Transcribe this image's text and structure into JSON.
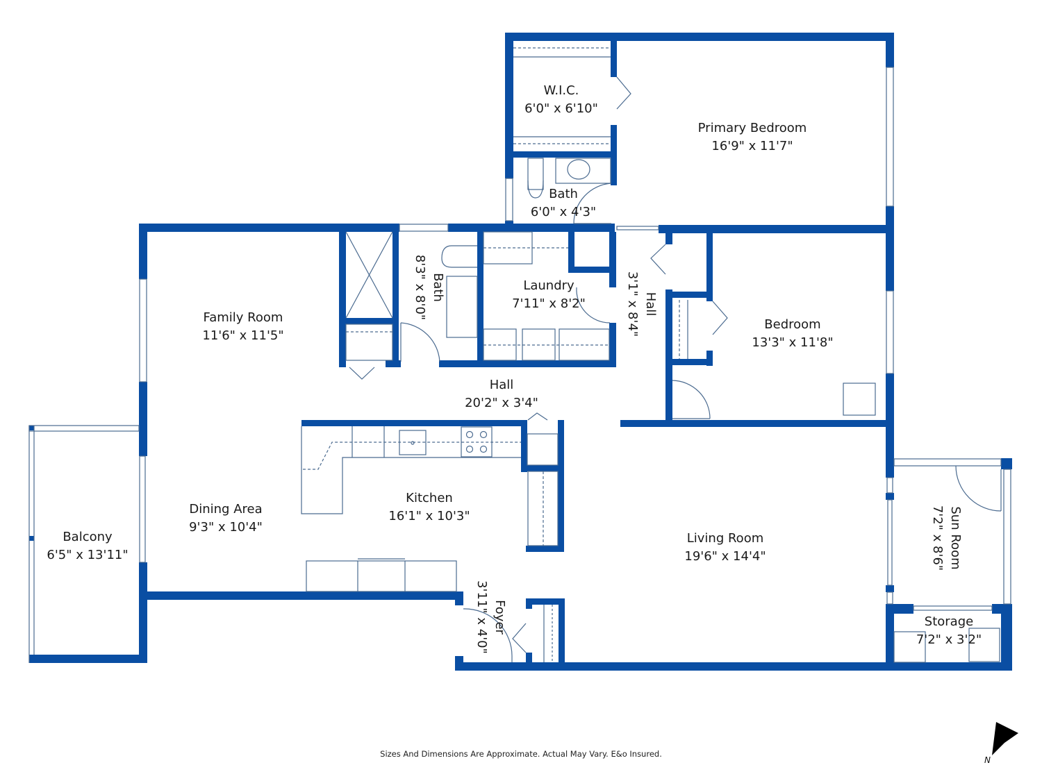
{
  "colors": {
    "wall": "#0a4ea3",
    "fixture": "#4a6a8f",
    "text": "#1a1a1a",
    "background": "#ffffff"
  },
  "rooms": [
    {
      "id": "wic",
      "name": "W.I.C.",
      "dims": "6'0\" x 6'10\""
    },
    {
      "id": "primary-bedroom",
      "name": "Primary Bedroom",
      "dims": "16'9\" x 11'7\""
    },
    {
      "id": "primary-bath",
      "name": "Bath",
      "dims": "6'0\" x 4'3\""
    },
    {
      "id": "family-room",
      "name": "Family Room",
      "dims": "11'6\" x 11'5\""
    },
    {
      "id": "bath-2",
      "name": "Bath",
      "dims": "8'3\" x 8'0\""
    },
    {
      "id": "laundry",
      "name": "Laundry",
      "dims": "7'11\" x 8'2\""
    },
    {
      "id": "hall-vertical",
      "name": "Hall",
      "dims": "3'1\" x 8'4\""
    },
    {
      "id": "bedroom",
      "name": "Bedroom",
      "dims": "13'3\" x 11'8\""
    },
    {
      "id": "hall-main",
      "name": "Hall",
      "dims": "20'2\" x 3'4\""
    },
    {
      "id": "dining-area",
      "name": "Dining Area",
      "dims": "9'3\" x 10'4\""
    },
    {
      "id": "kitchen",
      "name": "Kitchen",
      "dims": "16'1\" x 10'3\""
    },
    {
      "id": "balcony",
      "name": "Balcony",
      "dims": "6'5\" x 13'11\""
    },
    {
      "id": "living-room",
      "name": "Living Room",
      "dims": "19'6\" x 14'4\""
    },
    {
      "id": "sun-room",
      "name": "Sun Room",
      "dims": "7'2\" x 8'6\""
    },
    {
      "id": "foyer",
      "name": "Foyer",
      "dims": "3'11\" x 4'0\""
    },
    {
      "id": "storage",
      "name": "Storage",
      "dims": "7'2\" x 3'2\""
    }
  ],
  "footer": {
    "disclaimer": "Sizes And Dimensions Are Approximate. Actual May Vary. E&o Insured."
  },
  "compass": {
    "label": "N",
    "icon": "north-arrow-icon"
  }
}
